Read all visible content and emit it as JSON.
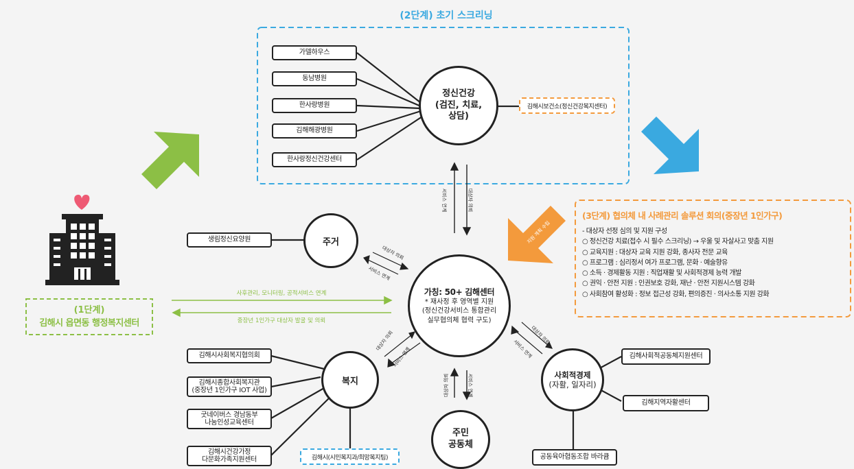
{
  "stage2": {
    "title": "(2단계) 초기 스크리닝",
    "hospitals": [
      "가델하우스",
      "동남병원",
      "한사랑병원",
      "김해해광병원",
      "한사랑정신건강센터"
    ],
    "center_circle": [
      "정신건강",
      "(검진, 치료,",
      "상담)"
    ],
    "side_box": "김해시보건소(정신건강복지센터)"
  },
  "stage1": {
    "title": "(1단계)",
    "subtitle": "김해시 읍면동 행정복지센터",
    "arrow_right_label": "사후관리, 모니터링, 공적서비스 연계",
    "arrow_left_label": "중장년 1인가구 대상자 발굴 및 의뢰"
  },
  "stage3": {
    "title": "(3단계) 협의체 내 사례관리 솔루션 회의(중장년 1인가구)",
    "items": [
      "- 대상자 선정 심의 및 지원 구성",
      "○ 정신건강 치료(접수 시 필수 스크리닝) → 우울 및 자살사고 맞춤 지원",
      "○ 교육지원 : 대상자 교육 지원 강화, 종사자 전문 교육",
      "○ 프로그램 : 심리정서 여가 프로그램, 문화 · 예술향유",
      "○ 소득 · 경제활동 지원 : 직업재활 및 사회적경제 능력 개발",
      "○ 권익 · 안전 지원 : 인권보호 강화, 재난 · 안전 지원시스템 강화",
      "○ 사회참여 활성화 : 정보 접근성 강화, 편의증진 · 의사소통 지원 강화"
    ],
    "arrow_text": "지원 계획 수립"
  },
  "center": {
    "title": "가칭: 50+ 김해센터",
    "lines": [
      "* 재사정 후 영역별 지원",
      "(정신건강서비스 통합관리",
      "실무협의체 협력 구도)"
    ]
  },
  "housing": {
    "circle": "주거",
    "partner": "생림정신요양원"
  },
  "welfare": {
    "circle": "복지",
    "partners": [
      [
        "김해시사회복지협의회"
      ],
      [
        "김해시종합사회복지관",
        "(중장년 1인가구 IOT 사업)"
      ],
      [
        "굿네이버스 경남동부",
        "나눔인성교육센터"
      ],
      [
        "김해시건강가정",
        "다문화가족지원센터"
      ]
    ],
    "dept_box": "김해시(시민복지과/희망복지팀)"
  },
  "social_economy": {
    "circle": [
      "사회적경제",
      "(자활, 일자리)"
    ],
    "partners": [
      "김해사회적공동체지원센터",
      "김해지역자활센터",
      "공동육아협동조합 바라큠"
    ]
  },
  "community": {
    "circle": [
      "주민",
      "공동체"
    ]
  },
  "links": {
    "referral": "대상자 의뢰",
    "service": "서비스 연계"
  },
  "colors": {
    "green": "#8cbf45",
    "blue": "#3aa9e0",
    "orange": "#f39a3c",
    "heart": "#ee5a74"
  }
}
